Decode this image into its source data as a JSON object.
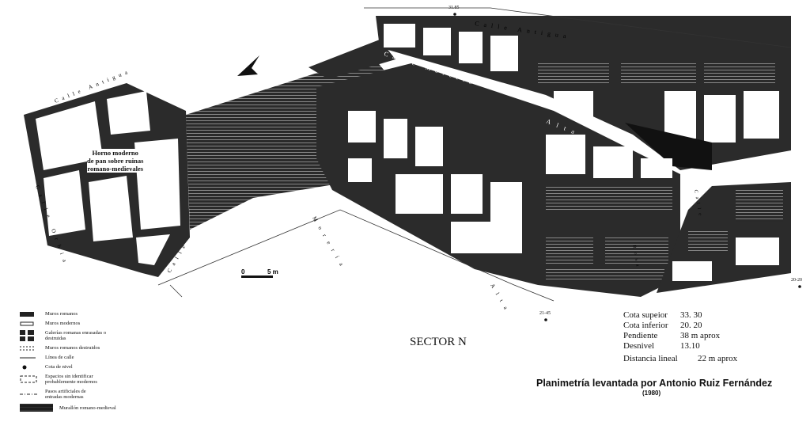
{
  "map": {
    "sector_label": "SECTOR N",
    "streets": {
      "calle_antigua_top": "Calle  Antigua",
      "calle_antigua_left": "Calle  Antigua",
      "calle_moreria_upper": "Calle  Morería",
      "alta_upper": "Alta",
      "calle_orbia": "Calle  Orbia",
      "calle_lower": "Calle",
      "moreria_lower": "Morería",
      "alta_lower": "Alta",
      "calle_right": "Calle",
      "rosa_right": "Rosa"
    },
    "building_note": [
      "Horno moderno",
      "de pan sobre ruinas",
      "romano-medievales"
    ],
    "elevations": [
      "31.85",
      "21-45",
      "20-20"
    ],
    "scale": {
      "start": "0",
      "end": "5 m"
    }
  },
  "legend": [
    {
      "icon": "roman-wall-icon",
      "label": "Muros romanos"
    },
    {
      "icon": "modern-wall-icon",
      "label": "Muros modernos"
    },
    {
      "icon": "gallery-icon",
      "label": "Galerías romanas enrasadas o destruidas"
    },
    {
      "icon": "destroyed-wall-icon",
      "label": "Muros romanos destruidos"
    },
    {
      "icon": "street-line-icon",
      "label": "Línea de calle"
    },
    {
      "icon": "level-point-icon",
      "label": "Cota de nivel"
    },
    {
      "icon": "unidentified-space-icon",
      "label": "Espacios sin identificar probablemente modernos"
    },
    {
      "icon": "artificial-passage-icon",
      "label": "Pasos artificiales de entradas modernas"
    },
    {
      "icon": "rampart-icon",
      "label": "Murallón romano-medieval"
    }
  ],
  "stats": [
    {
      "label": "Cota supeior",
      "value": "33. 30"
    },
    {
      "label": "Cota inferior",
      "value": "20. 20"
    },
    {
      "label": "Pendiente",
      "value": "38 m aprox"
    },
    {
      "label": "Desnivel",
      "value": "13.10"
    },
    {
      "label": "Distancia lineal",
      "value": "22 m aprox"
    }
  ],
  "credit": {
    "title": "Planimetría levantada por Antonio Ruiz Fernández",
    "year": "(1980)"
  }
}
